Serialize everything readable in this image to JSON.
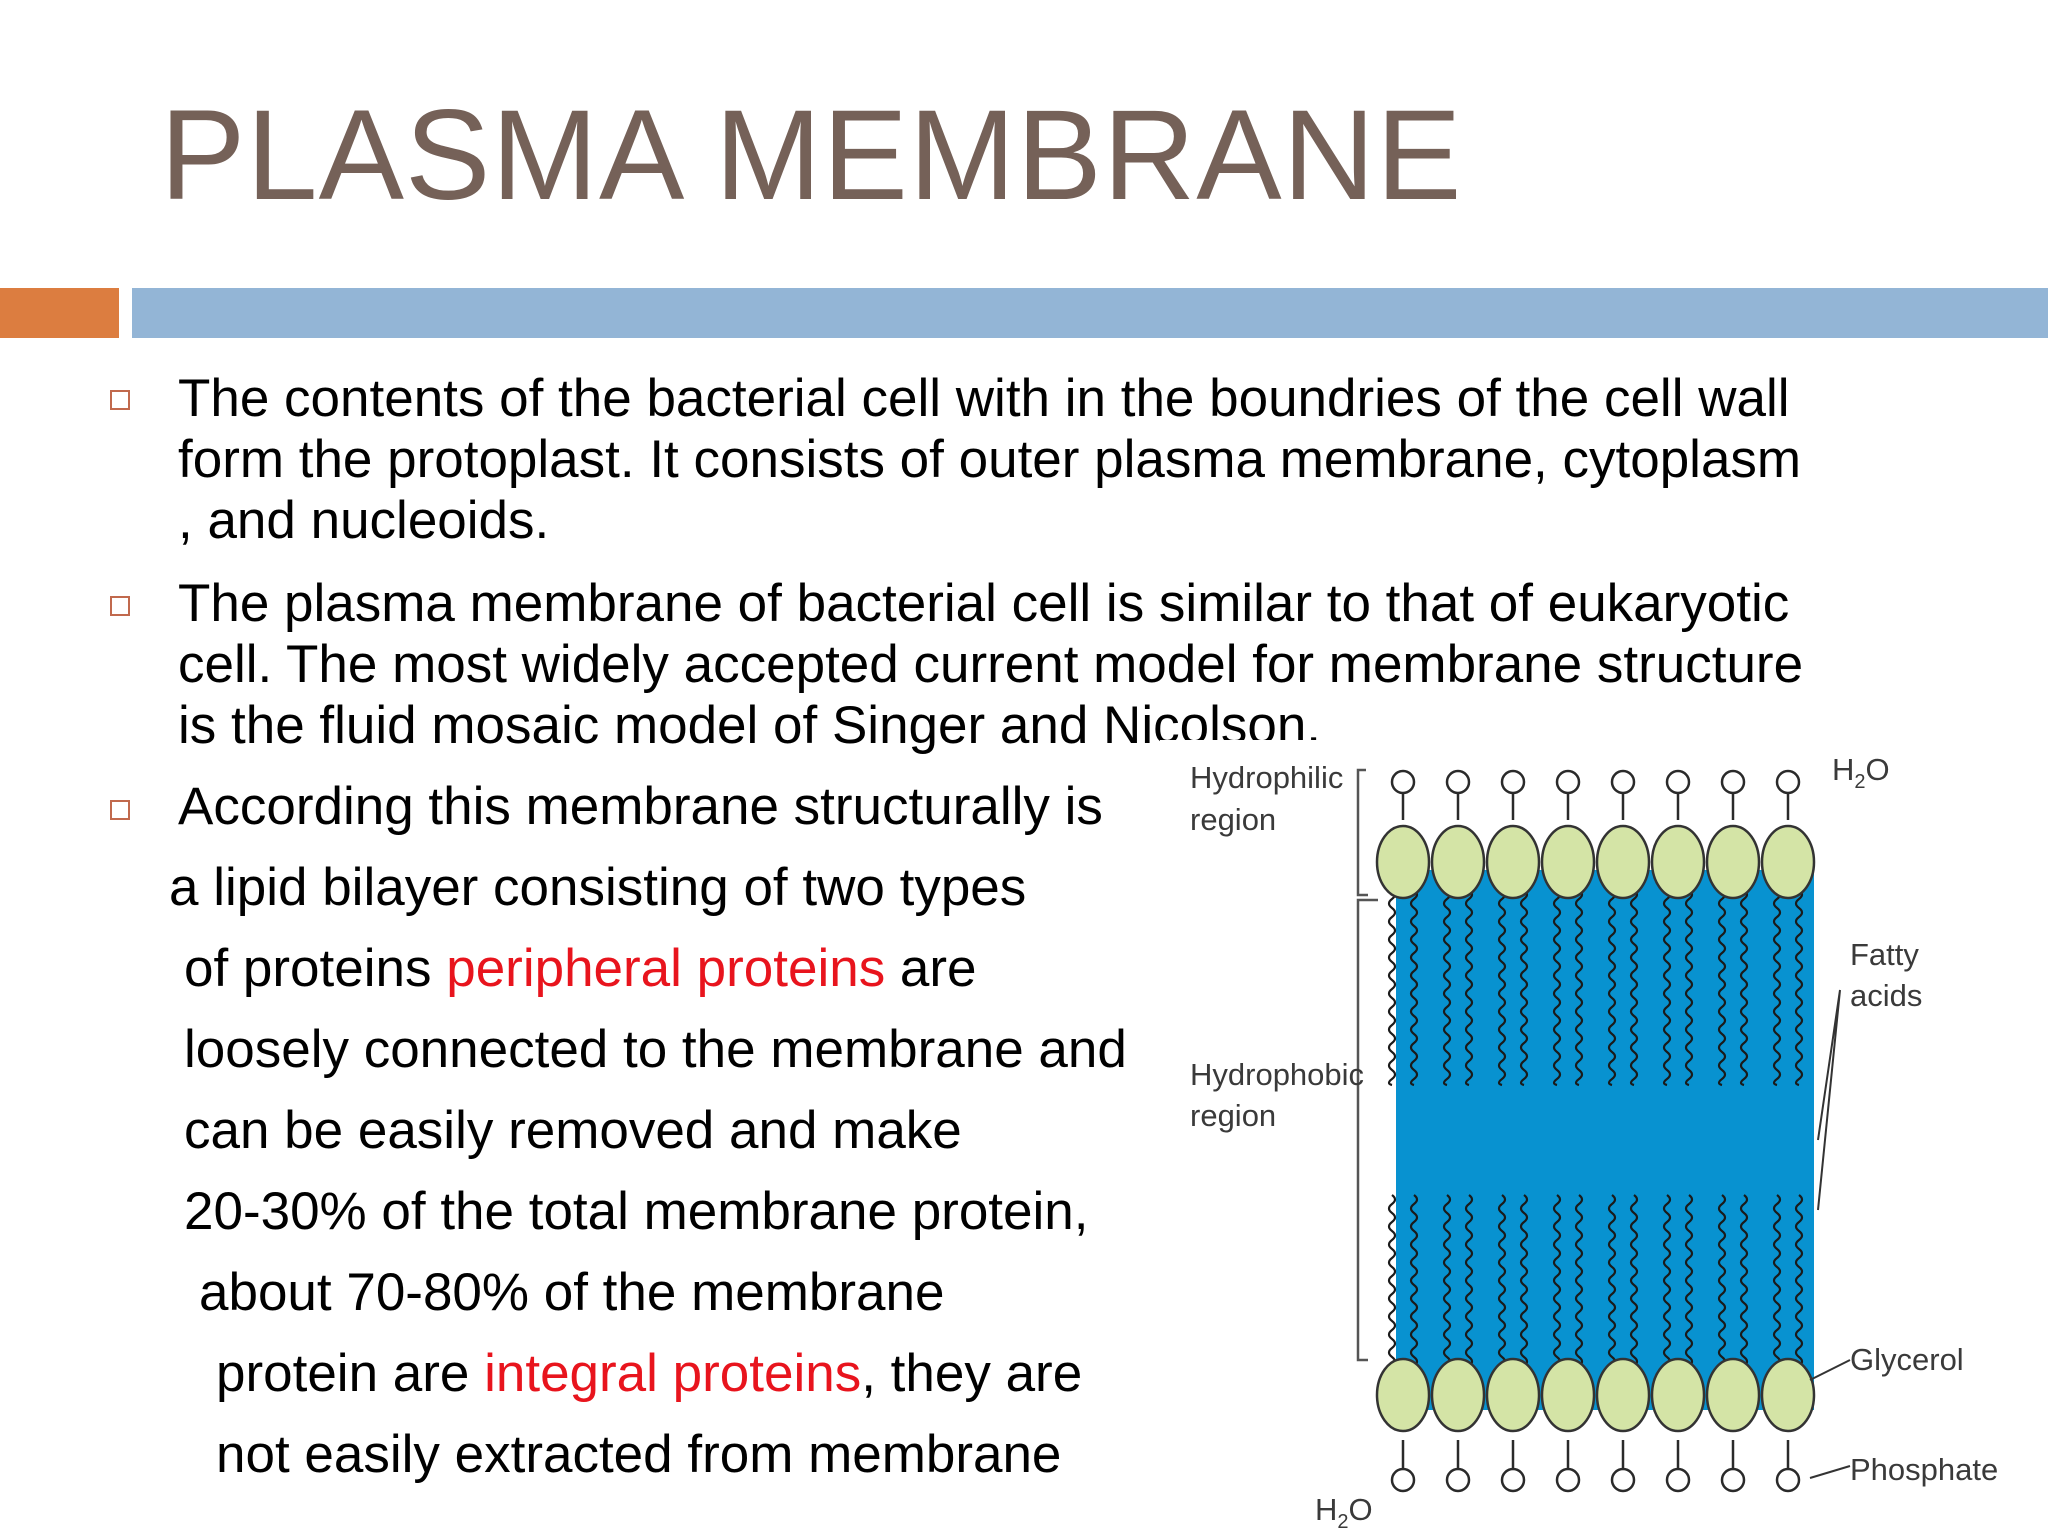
{
  "slide": {
    "title": "PLASMA MEMBRANE",
    "colors": {
      "title": "#756158",
      "accent_orange": "#dc7d40",
      "accent_blue": "#93b5d6",
      "highlight_red": "#e8141d",
      "membrane_blue": "#0892d0",
      "head_green": "#d4e4a6"
    },
    "bullet_icon": "hollow-square-bullet-icon",
    "paragraphs": [
      {
        "lines": [
          "The contents of the bacterial cell with in the boundries of the cell wall",
          "form the protoplast. It consists of outer plasma membrane, cytoplasm",
          ", and nucleoids."
        ]
      },
      {
        "lines": [
          "The plasma membrane of bacterial cell is similar to that of eukaryotic",
          "cell. The most widely accepted current model for membrane structure",
          "is the fluid mosaic model of Singer and Nicolson."
        ]
      }
    ],
    "paragraph3": {
      "line1": "According this membrane structurally is",
      "line2": "a lipid bilayer  consisting of two types",
      "line3_a": "of proteins ",
      "line3_red": "peripheral proteins",
      "line3_b": " are",
      "line4": "loosely connected to the membrane and",
      "line5": "can be easily removed and make",
      "line6": "20-30% of the total membrane protein,",
      "line7": "about 70-80% of the membrane",
      "line8_a": "protein are ",
      "line8_red": "integral proteins",
      "line8_b": ", they are",
      "line9": "not easily extracted from membrane"
    }
  },
  "diagram": {
    "label_hydrophilic_1": "Hydrophilic",
    "label_hydrophilic_2": "region",
    "label_hydrophobic_1": "Hydrophobic",
    "label_hydrophobic_2": "region",
    "label_water_top": "H",
    "label_water_top_sub": "2",
    "label_water_top_o": "O",
    "label_water_bottom": "H",
    "label_water_bottom_sub": "2",
    "label_water_bottom_o": "O",
    "label_fatty_1": "Fatty",
    "label_fatty_2": "acids",
    "label_glycerol": "Glycerol",
    "label_phosphate": "Phosphate",
    "lipid_count": 8
  }
}
